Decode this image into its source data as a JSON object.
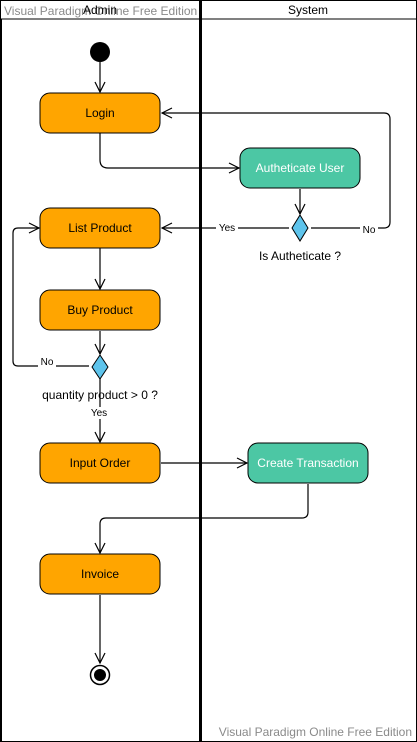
{
  "watermark": "Visual Paradigm Online Free Edition",
  "lanes": [
    {
      "title": "Admin"
    },
    {
      "title": "System"
    }
  ],
  "colors": {
    "action": "#ffa500",
    "system_action": "#4cc7a4",
    "decision": "#5ec4ec",
    "line": "#000000",
    "system_text": "#ffffff"
  },
  "nodes": {
    "login": "Login",
    "authenticate": "Autheticate User",
    "list_product": "List Product",
    "buy_product": "Buy Product",
    "input_order": "Input Order",
    "create_transaction": "Create Transaction",
    "invoice": "Invoice"
  },
  "conditions": {
    "auth_question": "Is Autheticate ?",
    "quantity_question": "quantity product > 0 ?"
  },
  "edge_labels": {
    "auth_yes": "Yes",
    "auth_no": "No",
    "qty_no": "No",
    "qty_yes": "Yes"
  }
}
